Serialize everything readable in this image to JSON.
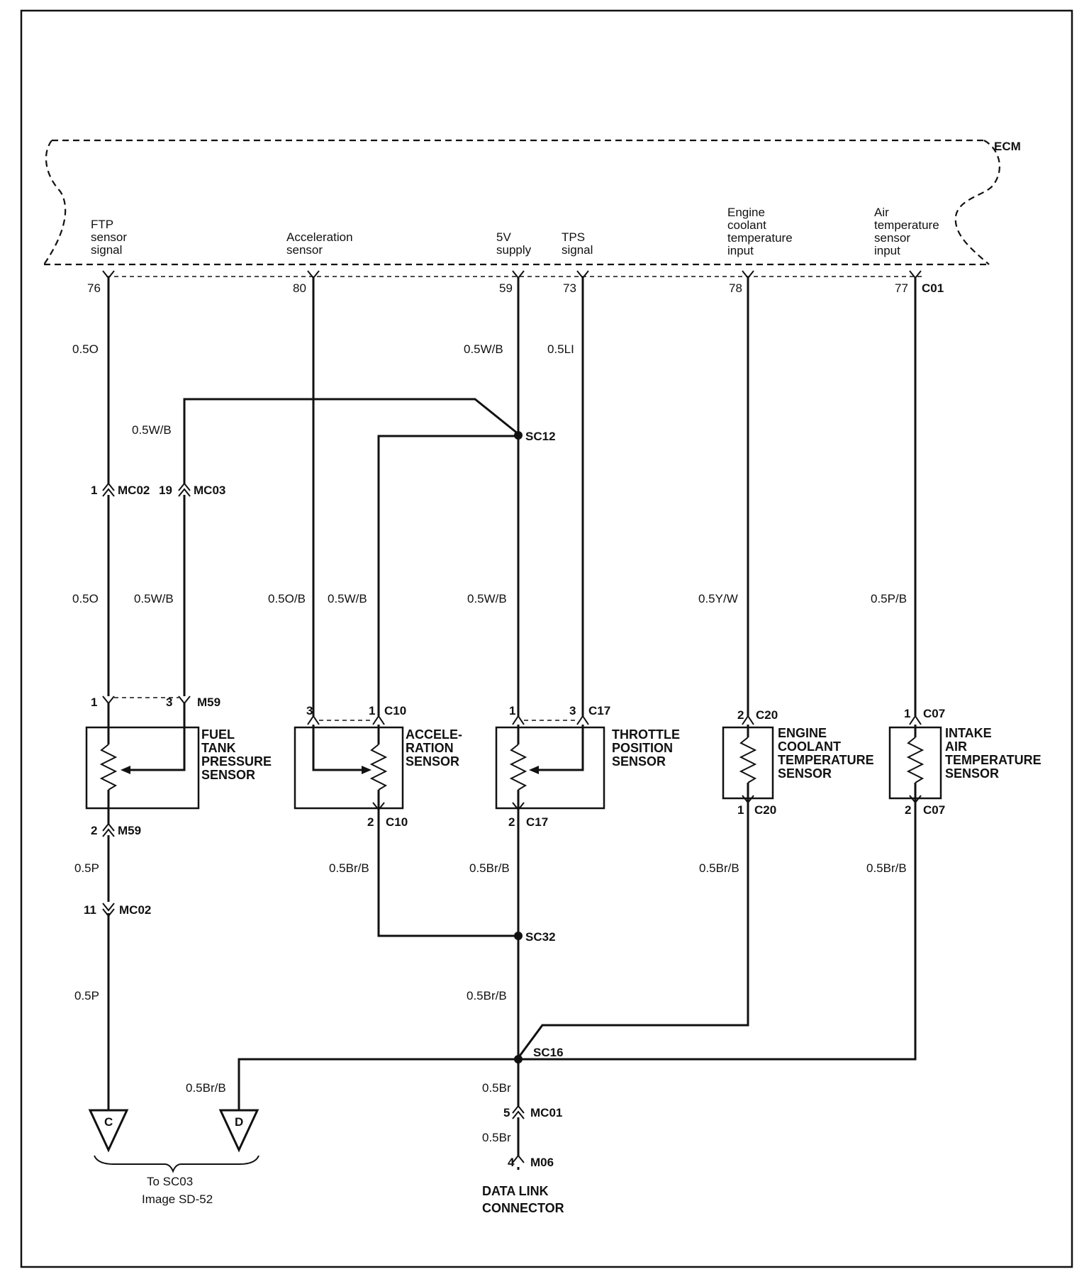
{
  "ecm": {
    "label": "ECM",
    "connector": "C01"
  },
  "ecm_pins": [
    {
      "id": "ftp",
      "label_lines": [
        "FTP",
        "sensor",
        "signal"
      ],
      "pin": "76",
      "wire": "0.5O"
    },
    {
      "id": "accel",
      "label_lines": [
        "Acceleration",
        "sensor"
      ],
      "pin": "80"
    },
    {
      "id": "supply",
      "label_lines": [
        "5V",
        "supply"
      ],
      "pin": "59",
      "wire": "0.5W/B"
    },
    {
      "id": "tps",
      "label_lines": [
        "TPS",
        "signal"
      ],
      "pin": "73",
      "wire": "0.5LI"
    },
    {
      "id": "ect",
      "label_lines": [
        "Engine",
        "coolant",
        "temperature",
        "input"
      ],
      "pin": "78"
    },
    {
      "id": "iat",
      "label_lines": [
        "Air",
        "temperature",
        "sensor",
        "input"
      ],
      "pin": "77"
    }
  ],
  "wire_labels": {
    "ftp_top": "0.5O",
    "ftp_mid": "0.5O",
    "ftp_supply_top": "0.5W/B",
    "ftp_supply_mid": "0.5W/B",
    "accel_signal": "0.5O/B",
    "accel_supply": "0.5W/B",
    "tps_supply": "0.5W/B",
    "ect_signal": "0.5Y/W",
    "iat_signal": "0.5P/B",
    "ftp_ground_upper": "0.5P",
    "ftp_ground_lower": "0.5P",
    "accel_ground": "0.5Br/B",
    "tps_ground": "0.5Br/B",
    "ect_ground": "0.5Br/B",
    "iat_ground": "0.5Br/B",
    "sc32_to_sc16": "0.5Br/B",
    "d_ground": "0.5Br/B",
    "dlc_upper": "0.5Br",
    "dlc_lower": "0.5Br"
  },
  "splices": {
    "sc12": "SC12",
    "sc32": "SC32",
    "sc16": "SC16"
  },
  "connectors": {
    "mc02_top": {
      "pin": "1",
      "name": "MC02"
    },
    "mc03": {
      "pin": "19",
      "name": "MC03"
    },
    "m59_top_pin1": "1",
    "m59_top_pin3": "3",
    "m59_top_name": "M59",
    "m59_bottom": {
      "pin": "2",
      "name": "M59"
    },
    "mc02_bottom": {
      "pin": "11",
      "name": "MC02"
    },
    "c10_top_pin3": "3",
    "c10_top_pin1": "1",
    "c10_top_name": "C10",
    "c10_bottom": {
      "pin": "2",
      "name": "C10"
    },
    "c17_top_pin1": "1",
    "c17_top_pin3": "3",
    "c17_top_name": "C17",
    "c17_bottom": {
      "pin": "2",
      "name": "C17"
    },
    "c20_top": {
      "pin": "2",
      "name": "C20"
    },
    "c20_bottom": {
      "pin": "1",
      "name": "C20"
    },
    "c07_top": {
      "pin": "1",
      "name": "C07"
    },
    "c07_bottom": {
      "pin": "2",
      "name": "C07"
    },
    "mc01": {
      "pin": "5",
      "name": "MC01"
    },
    "m06": {
      "pin": "4",
      "name": "M06"
    }
  },
  "components": {
    "ftp_sensor": [
      "FUEL",
      "TANK",
      "PRESSURE",
      "SENSOR"
    ],
    "accel_sensor": [
      "ACCELE-",
      "RATION",
      "SENSOR"
    ],
    "tps_sensor": [
      "THROTTLE",
      "POSITION",
      "SENSOR"
    ],
    "ect_sensor": [
      "ENGINE",
      "COOLANT",
      "TEMPERATURE",
      "SENSOR"
    ],
    "iat_sensor": [
      "INTAKE",
      "AIR",
      "TEMPERATURE",
      "SENSOR"
    ],
    "dlc": [
      "DATA LINK",
      "CONNECTOR"
    ]
  },
  "grounds": {
    "c": "C",
    "d": "D",
    "note_lines": [
      "To SC03",
      "Image SD-52"
    ]
  }
}
